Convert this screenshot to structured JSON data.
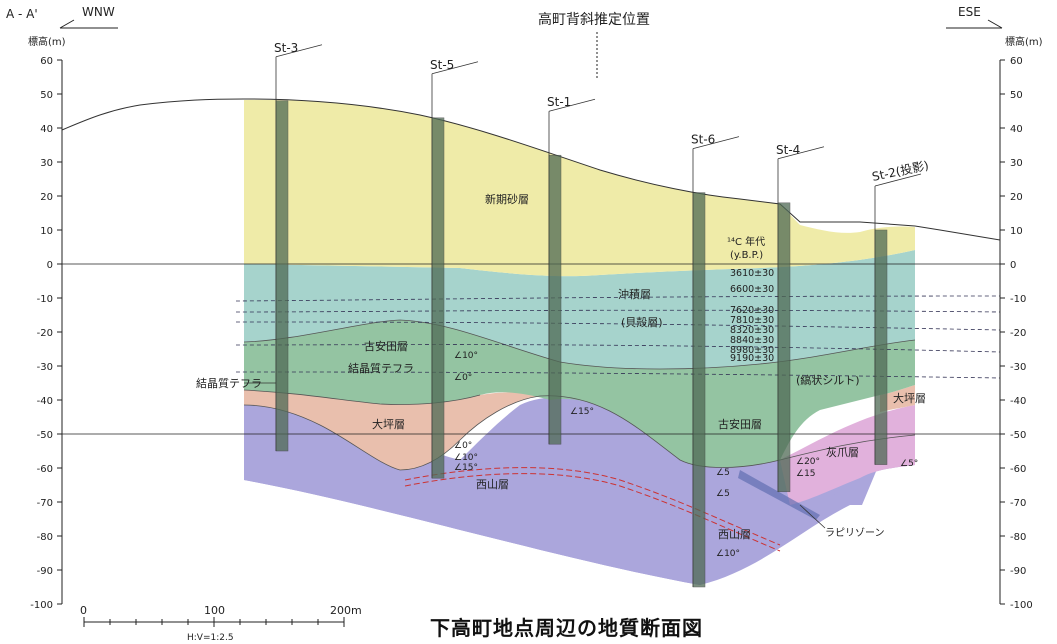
{
  "section": "A - A'",
  "dir_left": "WNW",
  "dir_right": "ESE",
  "anticline": "高町背斜推定位置",
  "ylabel": "標高(m)",
  "y_ticks": [
    60,
    50,
    40,
    30,
    20,
    10,
    0,
    -10,
    -20,
    -30,
    -40,
    -50,
    -60,
    -70,
    -80,
    -90,
    -100
  ],
  "scale": {
    "t0": "0",
    "t100": "100",
    "t200": "200m",
    "hv": "H:V=1:2.5"
  },
  "caption": "下高町地点周辺の地質断面図",
  "boreholes": [
    {
      "id": "bh-st3",
      "label": "St-3"
    },
    {
      "id": "bh-st5",
      "label": "St-5"
    },
    {
      "id": "bh-st1",
      "label": "St-1"
    },
    {
      "id": "bh-st6",
      "label": "St-6"
    },
    {
      "id": "bh-st4",
      "label": "St-4"
    },
    {
      "id": "bh-st2",
      "label": "St-2(投影)"
    }
  ],
  "layers": {
    "shinki": "新期砂層",
    "chuseki": "沖積層",
    "kaigara": "(貝殻層)",
    "koyasuda": "古安田層",
    "kessho": "結晶質テフラ",
    "kessho_left": "結晶質テフラ",
    "otsubo": "大坪層",
    "nishiyama": "西山層",
    "koyasuda2": "古安田層",
    "nishiyama2": "西山層",
    "kaizume": "灰爪層",
    "otsubo2": "大坪層",
    "shima": "(縞状シルト)",
    "lapilli": "ラピリゾーン"
  },
  "c14": {
    "head": "¹⁴C 年代",
    "unit": "(y.B.P.)",
    "ages": [
      "3610±30",
      "6600±30",
      "7620±30",
      "7810±30",
      "8320±30",
      "8840±30",
      "8980±30",
      "9190±30"
    ]
  },
  "dips": {
    "d1": "∠10°",
    "d2": "∠0°",
    "d3": "∠15°",
    "d4": "∠0°",
    "d5": "∠10°",
    "d6": "∠15°",
    "d7": "∠5",
    "d8": "∠5",
    "d9": "∠10°",
    "d10": "∠20°",
    "d11": "∠15",
    "d12": "∠5°"
  },
  "colors": {
    "shinki": "#efeba8",
    "chuseki": "#a6d3cc",
    "koyasuda": "#94c4a2",
    "otsubo": "#e9bfad",
    "nishiyama": "#aba6dc",
    "kaizume": "#e1b1dc"
  }
}
